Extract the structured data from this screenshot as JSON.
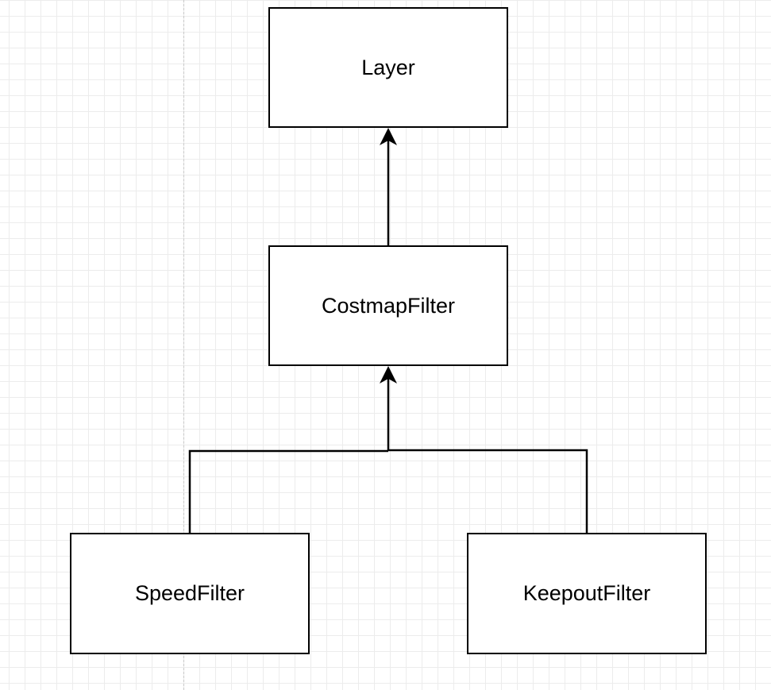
{
  "diagram": {
    "nodes": [
      {
        "id": "layer",
        "label": "Layer"
      },
      {
        "id": "costmap-filter",
        "label": "CostmapFilter"
      },
      {
        "id": "speed-filter",
        "label": "SpeedFilter"
      },
      {
        "id": "keepout-filter",
        "label": "KeepoutFilter"
      }
    ],
    "edges": [
      {
        "from": "costmap-filter",
        "to": "layer",
        "type": "inheritance-arrow"
      },
      {
        "from": "speed-filter",
        "to": "costmap-filter",
        "type": "inheritance-arrow"
      },
      {
        "from": "keepout-filter",
        "to": "costmap-filter",
        "type": "inheritance-arrow"
      }
    ],
    "colors": {
      "stroke": "#000000",
      "fill": "#ffffff",
      "grid": "#ececec"
    }
  }
}
